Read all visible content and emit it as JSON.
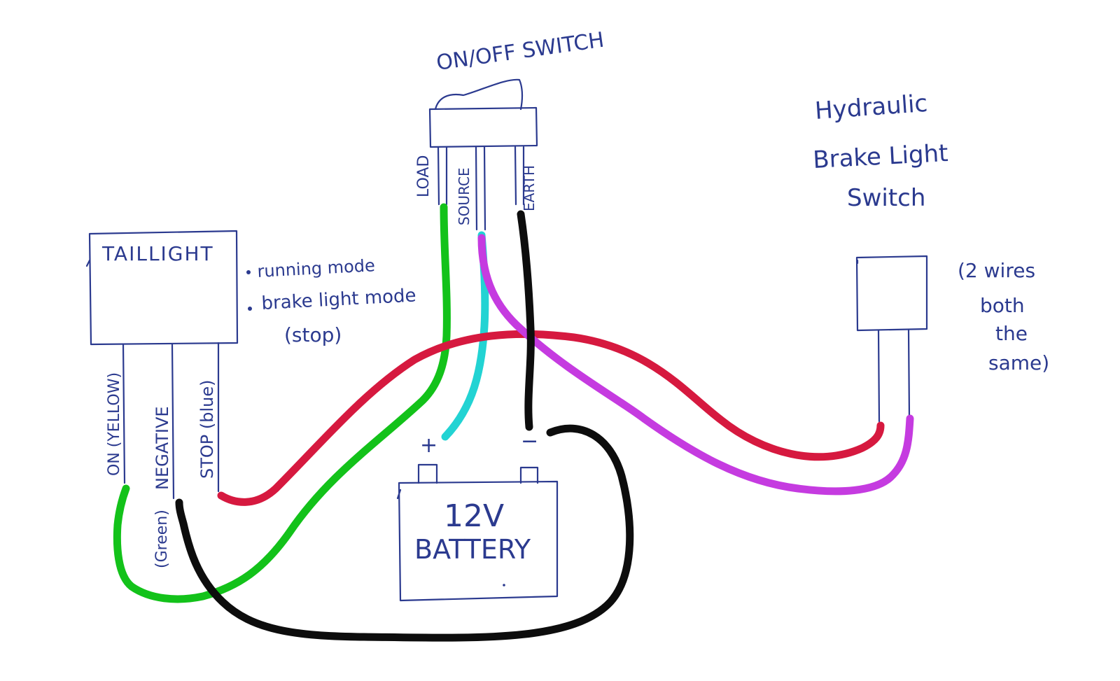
{
  "labels": {
    "switch_title": "ON/OFF SWITCH",
    "pin_load": "LOAD",
    "pin_source": "SOURCE",
    "pin_earth": "EARTH",
    "hydraulic_line1": "Hydraulic",
    "hydraulic_line2": "Brake Light",
    "hydraulic_line3": "Switch",
    "two_wires_line1": "(2 wires",
    "two_wires_line2": "both",
    "two_wires_line3": "the",
    "two_wires_line4": "same)",
    "taillight": "TAILLIGHT",
    "mode_running": "running mode",
    "mode_brake": "brake light mode",
    "mode_stop": "(stop)",
    "wire_on": "ON (YELLOW)",
    "wire_negative": "NEGATIVE",
    "wire_stop": "STOP (blue)",
    "wire_green": "(Green)",
    "battery_line1": "12V",
    "battery_line2": "BATTERY",
    "plus": "+",
    "minus": "−"
  },
  "wire_colors": {
    "red": "#d6193f",
    "green": "#13c21a",
    "cyan": "#22d3d3",
    "magenta": "#c53be0",
    "black": "#0d0d0d",
    "ink": "#2b3a8f"
  }
}
